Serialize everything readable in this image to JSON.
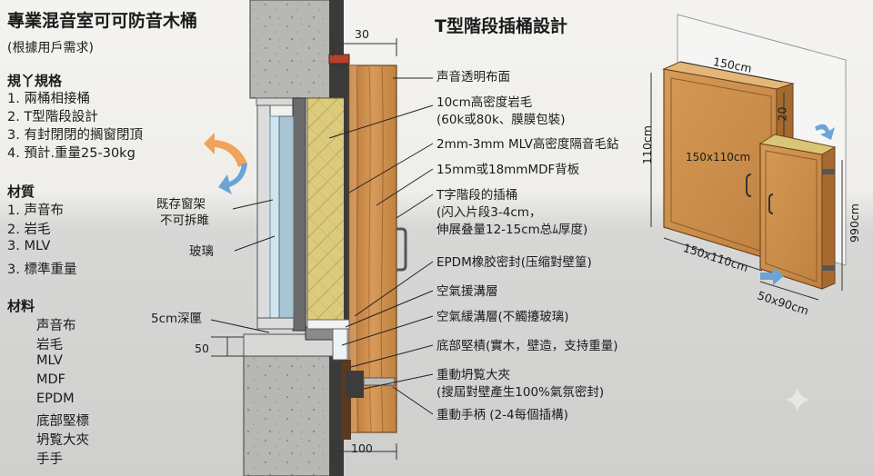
{
  "left_panel": {
    "title": "專業混音室可可防音木桶",
    "subtitle": "(根據用戶需求)",
    "spec_heading": "規丫規格",
    "spec_items": [
      "1. 兩桶相接桶",
      "2. T型階段設計",
      "3. 有封閉閉的搁窗閉頂",
      "4. 預計.重量25-30kg"
    ],
    "material_heading": "材質",
    "material_items": [
      "1. 声音布",
      "2. 岩毛",
      "3. MLV",
      "3. 標準重量"
    ],
    "materials_heading": "材料",
    "materials_items": [
      "声音布",
      "岩毛",
      "MLV",
      "MDF",
      "EPDM",
      "底部堅標",
      "坍覧大夾",
      "手手"
    ]
  },
  "section": {
    "title": "T型階段插桶設計",
    "window_label_1": "既存窗架",
    "window_label_2": "不可拆雎",
    "glass_label": "玻璃",
    "sill_label": "5cm深匰",
    "dim_top": "30",
    "dim_left": "50",
    "dim_bottom": "100",
    "callouts": [
      {
        "lines": [
          "声音透明布面"
        ]
      },
      {
        "lines": [
          "10cm高密度岩毛",
          "(60k或80k、膜膜包裝)"
        ]
      },
      {
        "lines": [
          "2mm-3mm MLV高密度隔音毛鉆"
        ]
      },
      {
        "lines": [
          "15mm或18mmMDF背板"
        ]
      },
      {
        "lines": [
          "T字階段的插桶",
          "(闪入片段3-4cm，",
          "伸展叠量12-15cm总ﾑ厚度)"
        ]
      },
      {
        "lines": [
          "EPDM橡胶密封(压缩對壁篁)"
        ]
      },
      {
        "lines": [
          "空氣援溝層"
        ]
      },
      {
        "lines": [
          "空氣緩溝層(不觸攓玻璃)"
        ]
      },
      {
        "lines": [
          "底部堅樍(實木，壁造，支持重量)"
        ]
      },
      {
        "lines": [
          "重動坍覧大夾",
          "(搜屆對壁產生100%氣氛密封)"
        ]
      },
      {
        "lines": [
          "重動手柄 (2-4每個插構)"
        ]
      }
    ]
  },
  "iso_view": {
    "dim_top": "150cm",
    "dim_panel": "150x110cm",
    "dim_left": "110cm",
    "dim_small_top": "20",
    "dim_right": "990cm",
    "dim_bottom": "150x110cm",
    "dim_small_bottom": "50x90cm"
  },
  "colors": {
    "wood": "#c98a4a",
    "wood_dark": "#8f5a2a",
    "concrete": "#b9b9b6",
    "wool": "#d9c577",
    "glass": "#cfe6f0",
    "arrow_orange": "#f0a35a",
    "arrow_blue": "#6aa4d8"
  }
}
